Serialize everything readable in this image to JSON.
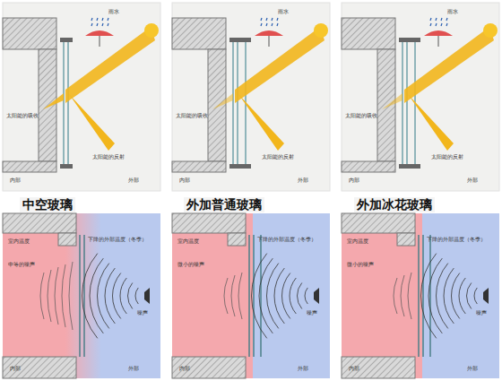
{
  "diagram": {
    "labels": [
      "中空玻璃",
      "外加普通玻璃",
      "外加冰花玻璃",
      "雨水",
      "太阳能的吸收",
      "太阳能的反射",
      "内部",
      "外部",
      "室内温度",
      "下降的外部温度（冬季）",
      "中等的噪声",
      "噪声",
      "内部",
      "外部",
      "雨水",
      "太阳能的吸收",
      "太阳能的反射",
      "内部",
      "外部",
      "室内温度",
      "下降的外部温度（冬季）",
      "微小的噪声",
      "噪声",
      "内部",
      "外部",
      "雨水",
      "太阳能的吸收",
      "太阳能的反射",
      "内部",
      "外部",
      "室内温度",
      "下降的外部温度（冬季）",
      "微小的噪声",
      "噪声",
      "内部",
      "外部"
    ]
  }
}
